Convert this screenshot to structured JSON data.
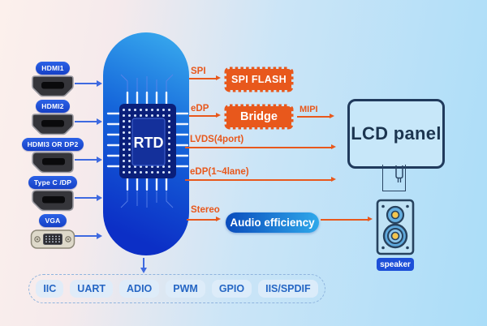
{
  "chip": {
    "label": "RTD"
  },
  "inputs": [
    {
      "label": "HDMI1",
      "connector": "hdmi"
    },
    {
      "label": "HDMI2",
      "connector": "hdmi"
    },
    {
      "label": "HDMI3 OR DP2",
      "connector": "dp"
    },
    {
      "label": "Type C /DP",
      "connector": "dp"
    },
    {
      "label": "VGA",
      "connector": "vga"
    }
  ],
  "channels": {
    "spi": "SPI",
    "edp": "eDP",
    "mipi": "MIPI",
    "lvds": "LVDS(4port)",
    "edp_lane": "eDP(1~4lane)",
    "stereo": "Stereo"
  },
  "blocks": {
    "spi_flash": "SPI FLASH",
    "bridge": "Bridge",
    "audio": "Audio efficiency",
    "lcd": "LCD panel",
    "speaker": "speaker"
  },
  "bus": [
    "IIC",
    "UART",
    "ADIO",
    "PWM",
    "GPIO",
    "IIS/SPDIF"
  ],
  "colors": {
    "accent_orange": "#e8581c",
    "label_blue": "#1d4fd8",
    "arrow_blue": "#3e6ae0",
    "capsule_blue": "#0c2fc6",
    "navy": "#1c3550",
    "bus_text": "#2566c4"
  }
}
